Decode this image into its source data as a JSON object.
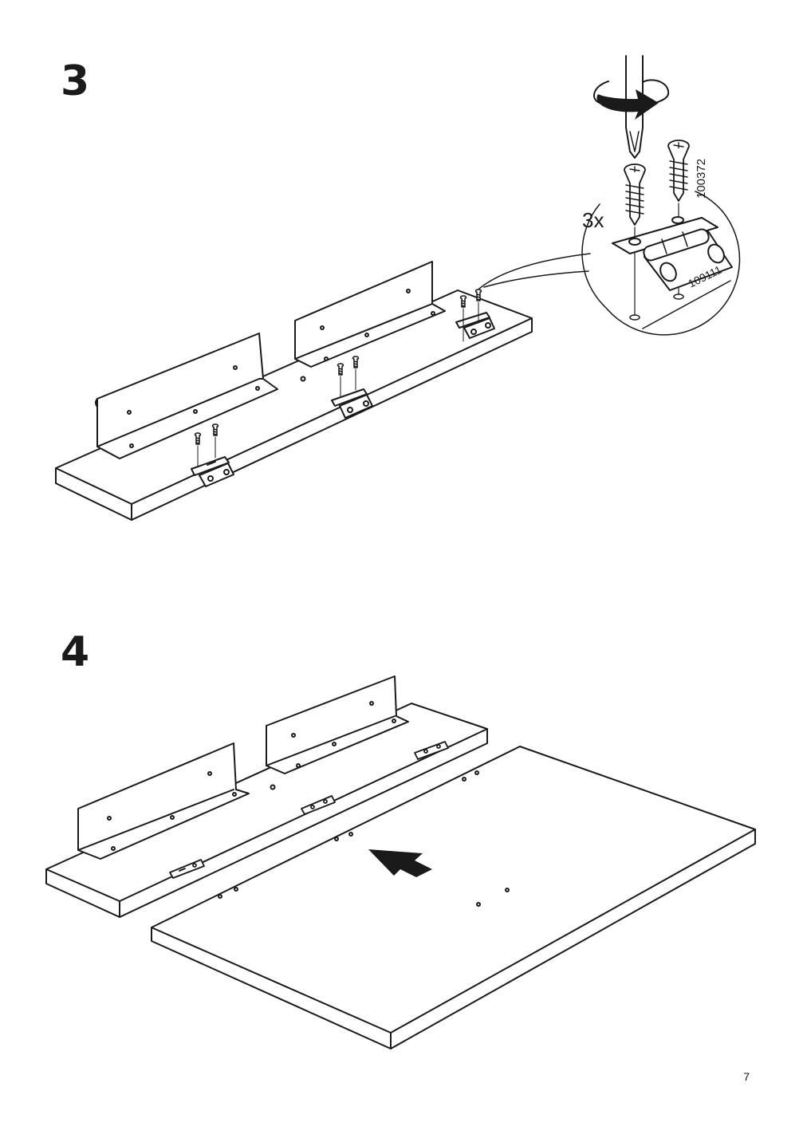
{
  "steps": [
    {
      "number": "3",
      "detail": {
        "quantity": "3x",
        "screw_part": "100372",
        "hinge_part": "109111"
      }
    },
    {
      "number": "4"
    }
  ],
  "page_number": "7",
  "icons": {
    "rotate": "clockwise-rotation-arrow-icon",
    "push": "direction-arrow-icon"
  },
  "colors": {
    "line": "#1a1a1a",
    "fill": "#ffffff"
  }
}
